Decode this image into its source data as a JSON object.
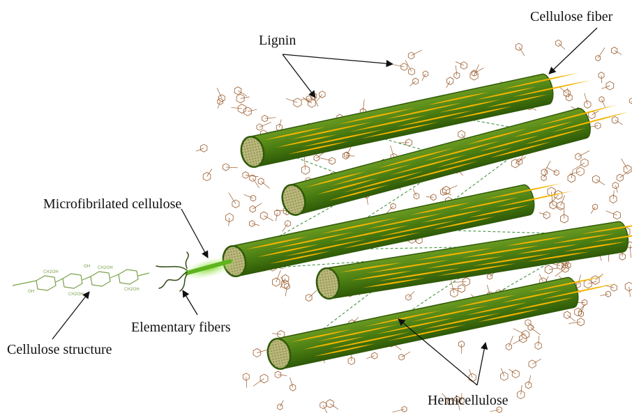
{
  "labels": {
    "lignin": "Lignin",
    "cellulose_fiber": "Cellulose fiber",
    "microfibrilated_cellulose": "Microfibrilated cellulose",
    "elementary_fibers": "Elementary fibers",
    "cellulose_structure": "Cellulose structure",
    "hemicellulose": "Hemicellulose"
  },
  "colors": {
    "fiber_body": "#4a7d12",
    "fiber_edge": "#2f5a08",
    "fibril_stripe": "#f4b400",
    "end_cap": "#a9a96a",
    "lignin_molecule": "#9a5a2a",
    "hemicellulose_link": "#2f8a2f",
    "cellulose_chain": "#7aa14a",
    "label_text": "#111111",
    "arrow": "#111111"
  }
}
